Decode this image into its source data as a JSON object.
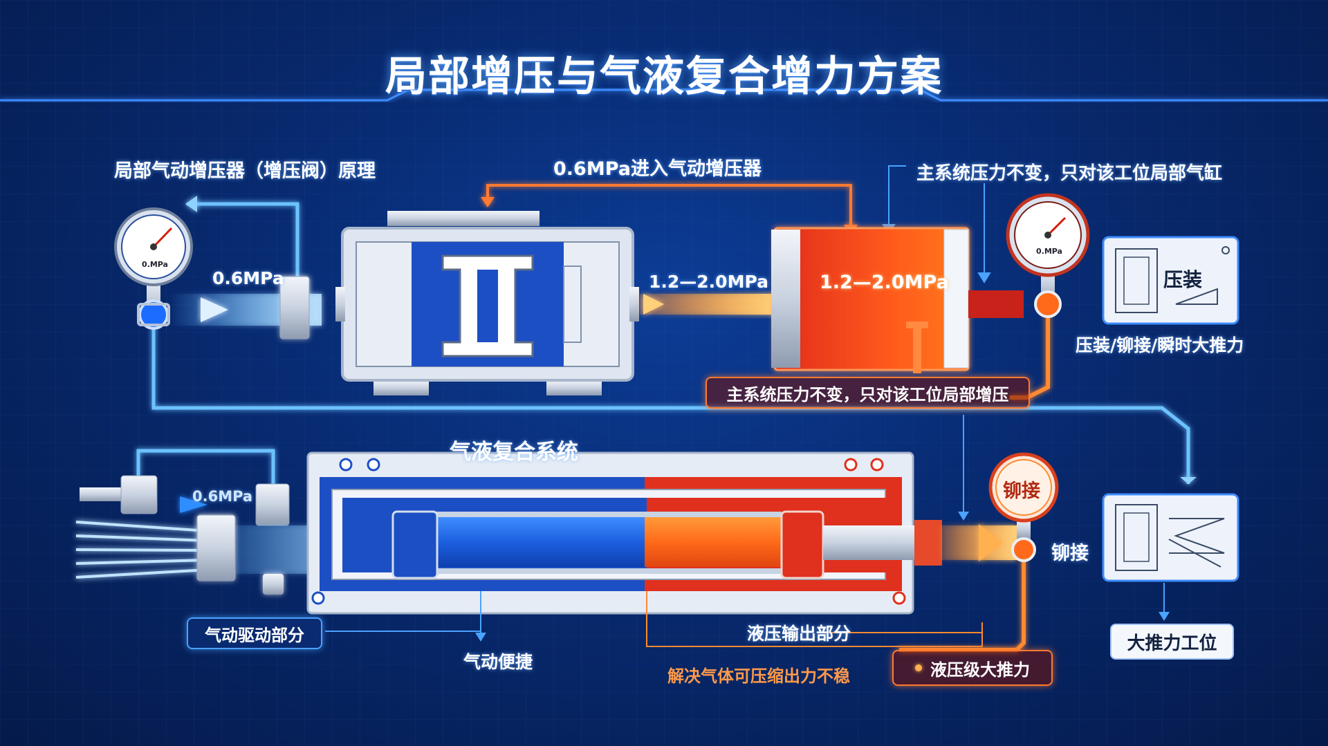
{
  "title": "局部增压与气液复合增力方案",
  "top": {
    "section_label": "局部气动增压器（增压阀）原理",
    "input_arrow_label": "0.6MPa进入气动增压器",
    "top_right_note": "主系统压力不变，只对该工位局部气缸",
    "left_pressure": "0.6MPa",
    "gauge_left_text": "0.MPa",
    "output_pressure": "1.2—2.0MPa",
    "cylinder_pressure": "1.2—2.0MPa",
    "gauge_right_text": "0.MPa",
    "bottom_note": "主系统压力不变，只对该工位局部增压",
    "card_label": "压装",
    "card_caption": "压装/铆接/瞬时大推力"
  },
  "bottom": {
    "section_label": "气液复合系统",
    "inlet_pressure": "0.6MPa",
    "gauge_text": "铆接",
    "rivet_label": "铆接",
    "pneumatic_part": "气动驱动部分",
    "pneumatic_note": "气动便捷",
    "hydraulic_part": "液压输出部分",
    "hydraulic_note": "解决气体可压缩出力不稳",
    "hydraulic_badge": "液压级大推力",
    "station_label": "大推力工位"
  },
  "colors": {
    "pneumatic_blue": "#1e6bff",
    "hydraulic_orange": "#ff6a1a",
    "hydraulic_red": "#e0301e",
    "glow_blue": "#5ab4ff"
  }
}
